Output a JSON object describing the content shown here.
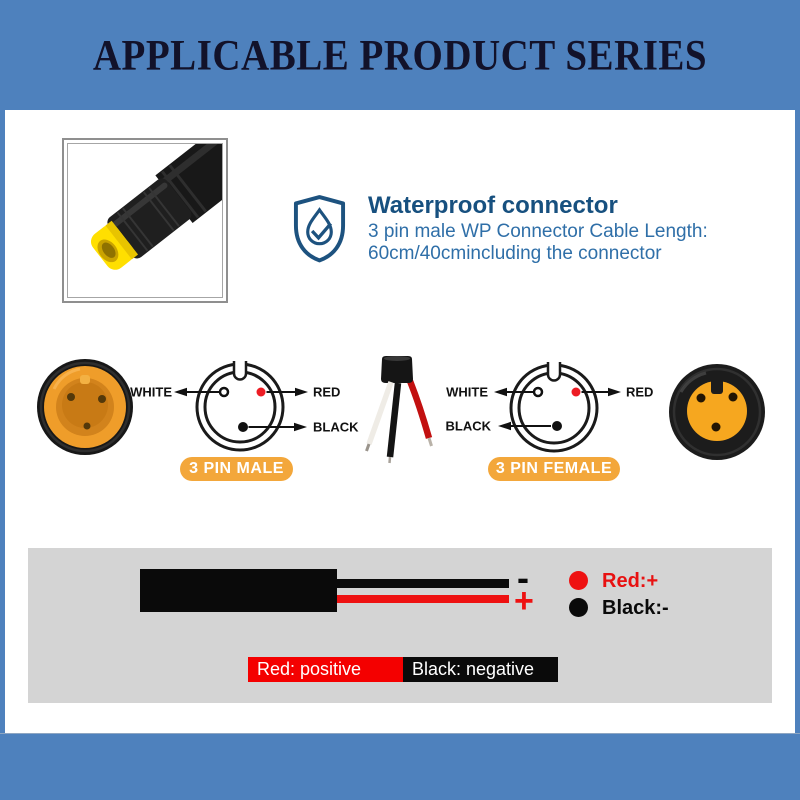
{
  "header": {
    "title": "APPLICABLE PRODUCT SERIES"
  },
  "feature": {
    "icon": "shield-waterdrop-check-icon",
    "title": "Waterproof connector",
    "description_line1": "3 pin male WP Connector Cable Length:",
    "description_line2": "60cm/40cmincluding the connector"
  },
  "diagrams": {
    "male": {
      "badge": "3 PIN MALE",
      "labels": {
        "white": "WHITE",
        "red": "RED",
        "black": "BLACK"
      }
    },
    "female": {
      "badge": "3 PIN FEMALE",
      "labels": {
        "white": "WHITE",
        "red": "RED",
        "black": "BLACK"
      }
    }
  },
  "wiring": {
    "minus_symbol": "-",
    "plus_symbol": "+",
    "legend": {
      "red": "Red:+",
      "black": "Black:-"
    },
    "footer_labels": {
      "red": "Red: positive",
      "black": "Black: negative"
    }
  },
  "colors": {
    "banner_blue": "#4e81bd",
    "title_navy": "#12122a",
    "heading_blue": "#17507f",
    "body_blue": "#2f6fa8",
    "badge_orange": "#f3a73b",
    "accent_red": "#ee1111",
    "panel_gray": "#d4d4d4"
  }
}
